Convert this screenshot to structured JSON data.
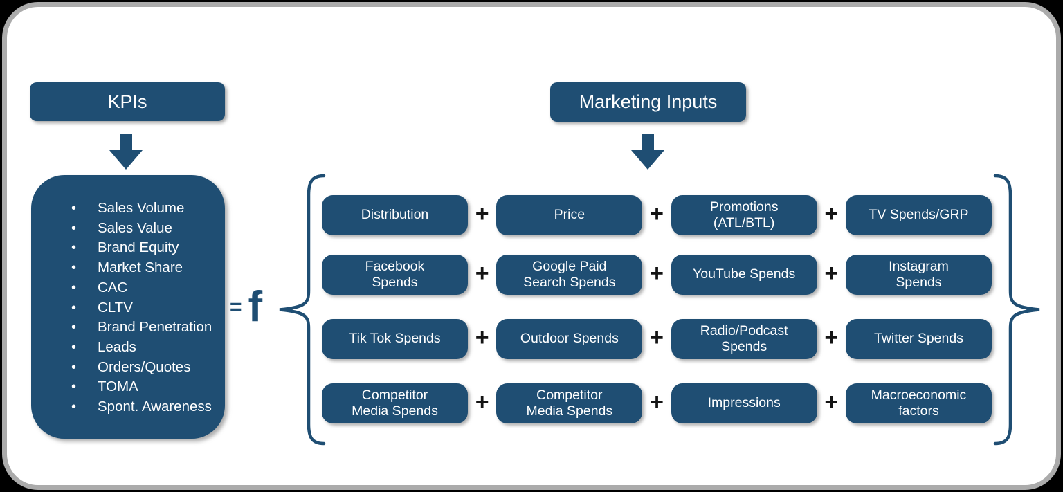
{
  "colors": {
    "navy": "#1F4E73",
    "panel_border_gray": "#ababab",
    "plus_black": "#141414",
    "background_black": "#000000",
    "text_white": "#ffffff"
  },
  "kpi": {
    "header": "KPIs",
    "items": [
      "Sales Volume",
      "Sales Value",
      "Brand Equity",
      "Market Share",
      "CAC",
      "CLTV",
      "Brand Penetration",
      "Leads",
      "Orders/Quotes",
      "TOMA",
      "Spont. Awareness"
    ]
  },
  "function": {
    "equals_sign": "=",
    "f_symbol": "f"
  },
  "marketing": {
    "header": "Marketing Inputs",
    "plus_sign": "+",
    "rows": [
      [
        "Distribution",
        "Price",
        "Promotions\n(ATL/BTL)",
        "TV Spends/GRP"
      ],
      [
        "Facebook\nSpends",
        "Google Paid\nSearch Spends",
        "YouTube Spends",
        "Instagram\nSpends"
      ],
      [
        "Tik Tok Spends",
        "Outdoor Spends",
        "Radio/Podcast\nSpends",
        "Twitter Spends"
      ],
      [
        "Competitor\nMedia Spends",
        "Competitor\nMedia Spends",
        "Impressions",
        "Macroeconomic\nfactors"
      ]
    ]
  }
}
